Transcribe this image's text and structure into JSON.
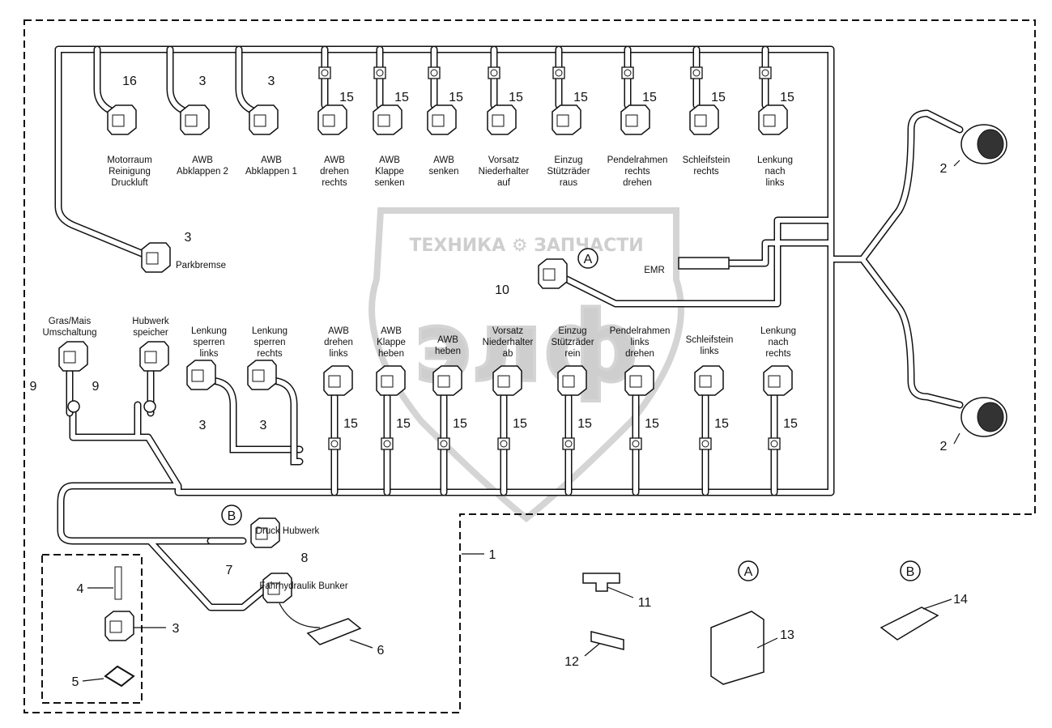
{
  "watermark": {
    "top_text": "ТЕХНИКА ⚙ ЗАПЧАСТИ",
    "logo": "элф",
    "color": "#c8c8c8"
  },
  "colors": {
    "line": "#111111",
    "background": "#ffffff"
  },
  "top_row": [
    {
      "num": "16",
      "label": [
        "Motorraum",
        "Reinigung",
        "Druckluft"
      ]
    },
    {
      "num": "3",
      "label": [
        "AWB",
        "Abklappen 2"
      ]
    },
    {
      "num": "3",
      "label": [
        "AWB",
        "Abklappen 1"
      ]
    },
    {
      "num": "15",
      "label": [
        "AWB",
        "drehen",
        "rechts"
      ]
    },
    {
      "num": "15",
      "label": [
        "AWB",
        "Klappe",
        "senken"
      ]
    },
    {
      "num": "15",
      "label": [
        "AWB",
        "senken"
      ]
    },
    {
      "num": "15",
      "label": [
        "Vorsatz",
        "Niederhalter",
        "auf"
      ]
    },
    {
      "num": "15",
      "label": [
        "Einzug",
        "Stützräder",
        "raus"
      ]
    },
    {
      "num": "15",
      "label": [
        "Pendelrahmen",
        "rechts",
        "drehen"
      ]
    },
    {
      "num": "15",
      "label": [
        "Schleifstein",
        "rechts"
      ]
    },
    {
      "num": "15",
      "label": [
        "Lenkung",
        "nach",
        "links"
      ]
    }
  ],
  "bottom_row": [
    {
      "num": "9",
      "label": [
        "Gras/Mais",
        "Umschaltung"
      ]
    },
    {
      "num": "9",
      "label": [
        "Hubwerk",
        "speicher"
      ]
    },
    {
      "num": "3",
      "label": [
        "Lenkung",
        "sperren",
        "links"
      ]
    },
    {
      "num": "3",
      "label": [
        "Lenkung",
        "sperren",
        "rechts"
      ]
    },
    {
      "num": "15",
      "label": [
        "AWB",
        "drehen",
        "links"
      ]
    },
    {
      "num": "15",
      "label": [
        "AWB",
        "Klappe",
        "heben"
      ]
    },
    {
      "num": "15",
      "label": [
        "AWB",
        "heben"
      ]
    },
    {
      "num": "15",
      "label": [
        "Vorsatz",
        "Niederhalter",
        "ab"
      ]
    },
    {
      "num": "15",
      "label": [
        "Einzug",
        "Stützräder",
        "rein"
      ]
    },
    {
      "num": "15",
      "label": [
        "Pendelrahmen",
        "links",
        "drehen"
      ]
    },
    {
      "num": "15",
      "label": [
        "Schleifstein",
        "links"
      ]
    },
    {
      "num": "15",
      "label": [
        "Lenkung",
        "nach",
        "rechts"
      ]
    }
  ],
  "callouts": {
    "parkbremse": {
      "num": "3",
      "label": "Parkbremse"
    },
    "emr": {
      "label": "EMR"
    },
    "ecu_connector": {
      "num": "10",
      "ref": "A"
    },
    "main_connector_top": {
      "num": "2"
    },
    "main_connector_bottom": {
      "num": "2"
    },
    "druck_hubwerk": {
      "num": "8",
      "ref": "B",
      "label": "Druck Hubwerk"
    },
    "fahrhydraulik": {
      "num": "7",
      "label": "Fahrhydraulik Bunker"
    },
    "plug": {
      "num": "6"
    },
    "harness": {
      "num": "1"
    },
    "detail_bolt": {
      "num": "4"
    },
    "detail_valve": {
      "num": "3"
    },
    "detail_seal": {
      "num": "5"
    },
    "tee_fitting": {
      "num": "11"
    },
    "adapter": {
      "num": "12"
    },
    "part_A": {
      "ref": "A",
      "num": "13"
    },
    "part_B": {
      "ref": "B",
      "num": "14"
    }
  }
}
